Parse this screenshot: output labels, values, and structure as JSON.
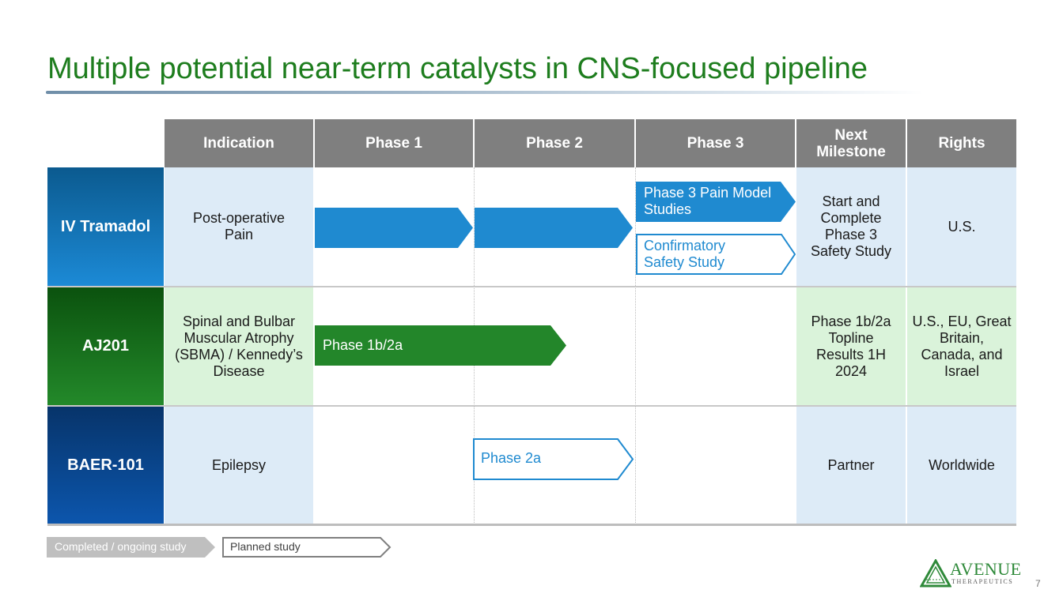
{
  "title": "Multiple potential near-term catalysts in CNS-focused pipeline",
  "headers": {
    "indication": "Indication",
    "phase1": "Phase 1",
    "phase2": "Phase 2",
    "phase3": "Phase 3",
    "next_milestone": "Next Milestone",
    "rights": "Rights"
  },
  "rows": [
    {
      "product": "IV Tramadol",
      "indication": "Post-operative Pain",
      "next_milestone": "Start and Complete Phase 3 Safety Study",
      "rights": "U.S.",
      "bars": [
        {
          "label": "",
          "phase": "Phase 1",
          "status": "completed"
        },
        {
          "label": "",
          "phase": "Phase 2",
          "status": "completed"
        },
        {
          "label": "Phase 3 Pain Model Studies",
          "phase": "Phase 3",
          "status": "completed"
        },
        {
          "label": "Confirmatory Safety Study",
          "phase": "Phase 3",
          "status": "planned"
        }
      ]
    },
    {
      "product": "AJ201",
      "indication": "Spinal and Bulbar Muscular Atrophy (SBMA) / Kennedy’s Disease",
      "next_milestone": "Phase 1b/2a Topline Results 1H 2024",
      "rights": "U.S., EU, Great Britain, Canada, and Israel",
      "bars": [
        {
          "label": "Phase 1b/2a",
          "phase": "Phase 1-2",
          "status": "ongoing"
        }
      ]
    },
    {
      "product": "BAER-101",
      "indication": "Epilepsy",
      "next_milestone": "Partner",
      "rights": "Worldwide",
      "bars": [
        {
          "label": "Phase 2a",
          "phase": "Phase 2",
          "status": "planned"
        }
      ]
    }
  ],
  "legend": {
    "completed": "Completed / ongoing study",
    "planned": "Planned study"
  },
  "colors": {
    "title": "#1e7d1e",
    "blue_bar": "#1f8ad0",
    "green_bar": "#23862a",
    "header": "#7f7f7f"
  },
  "footer": {
    "logo_name": "AVENUE",
    "logo_sub": "THERAPEUTICS",
    "page_number": "7"
  }
}
